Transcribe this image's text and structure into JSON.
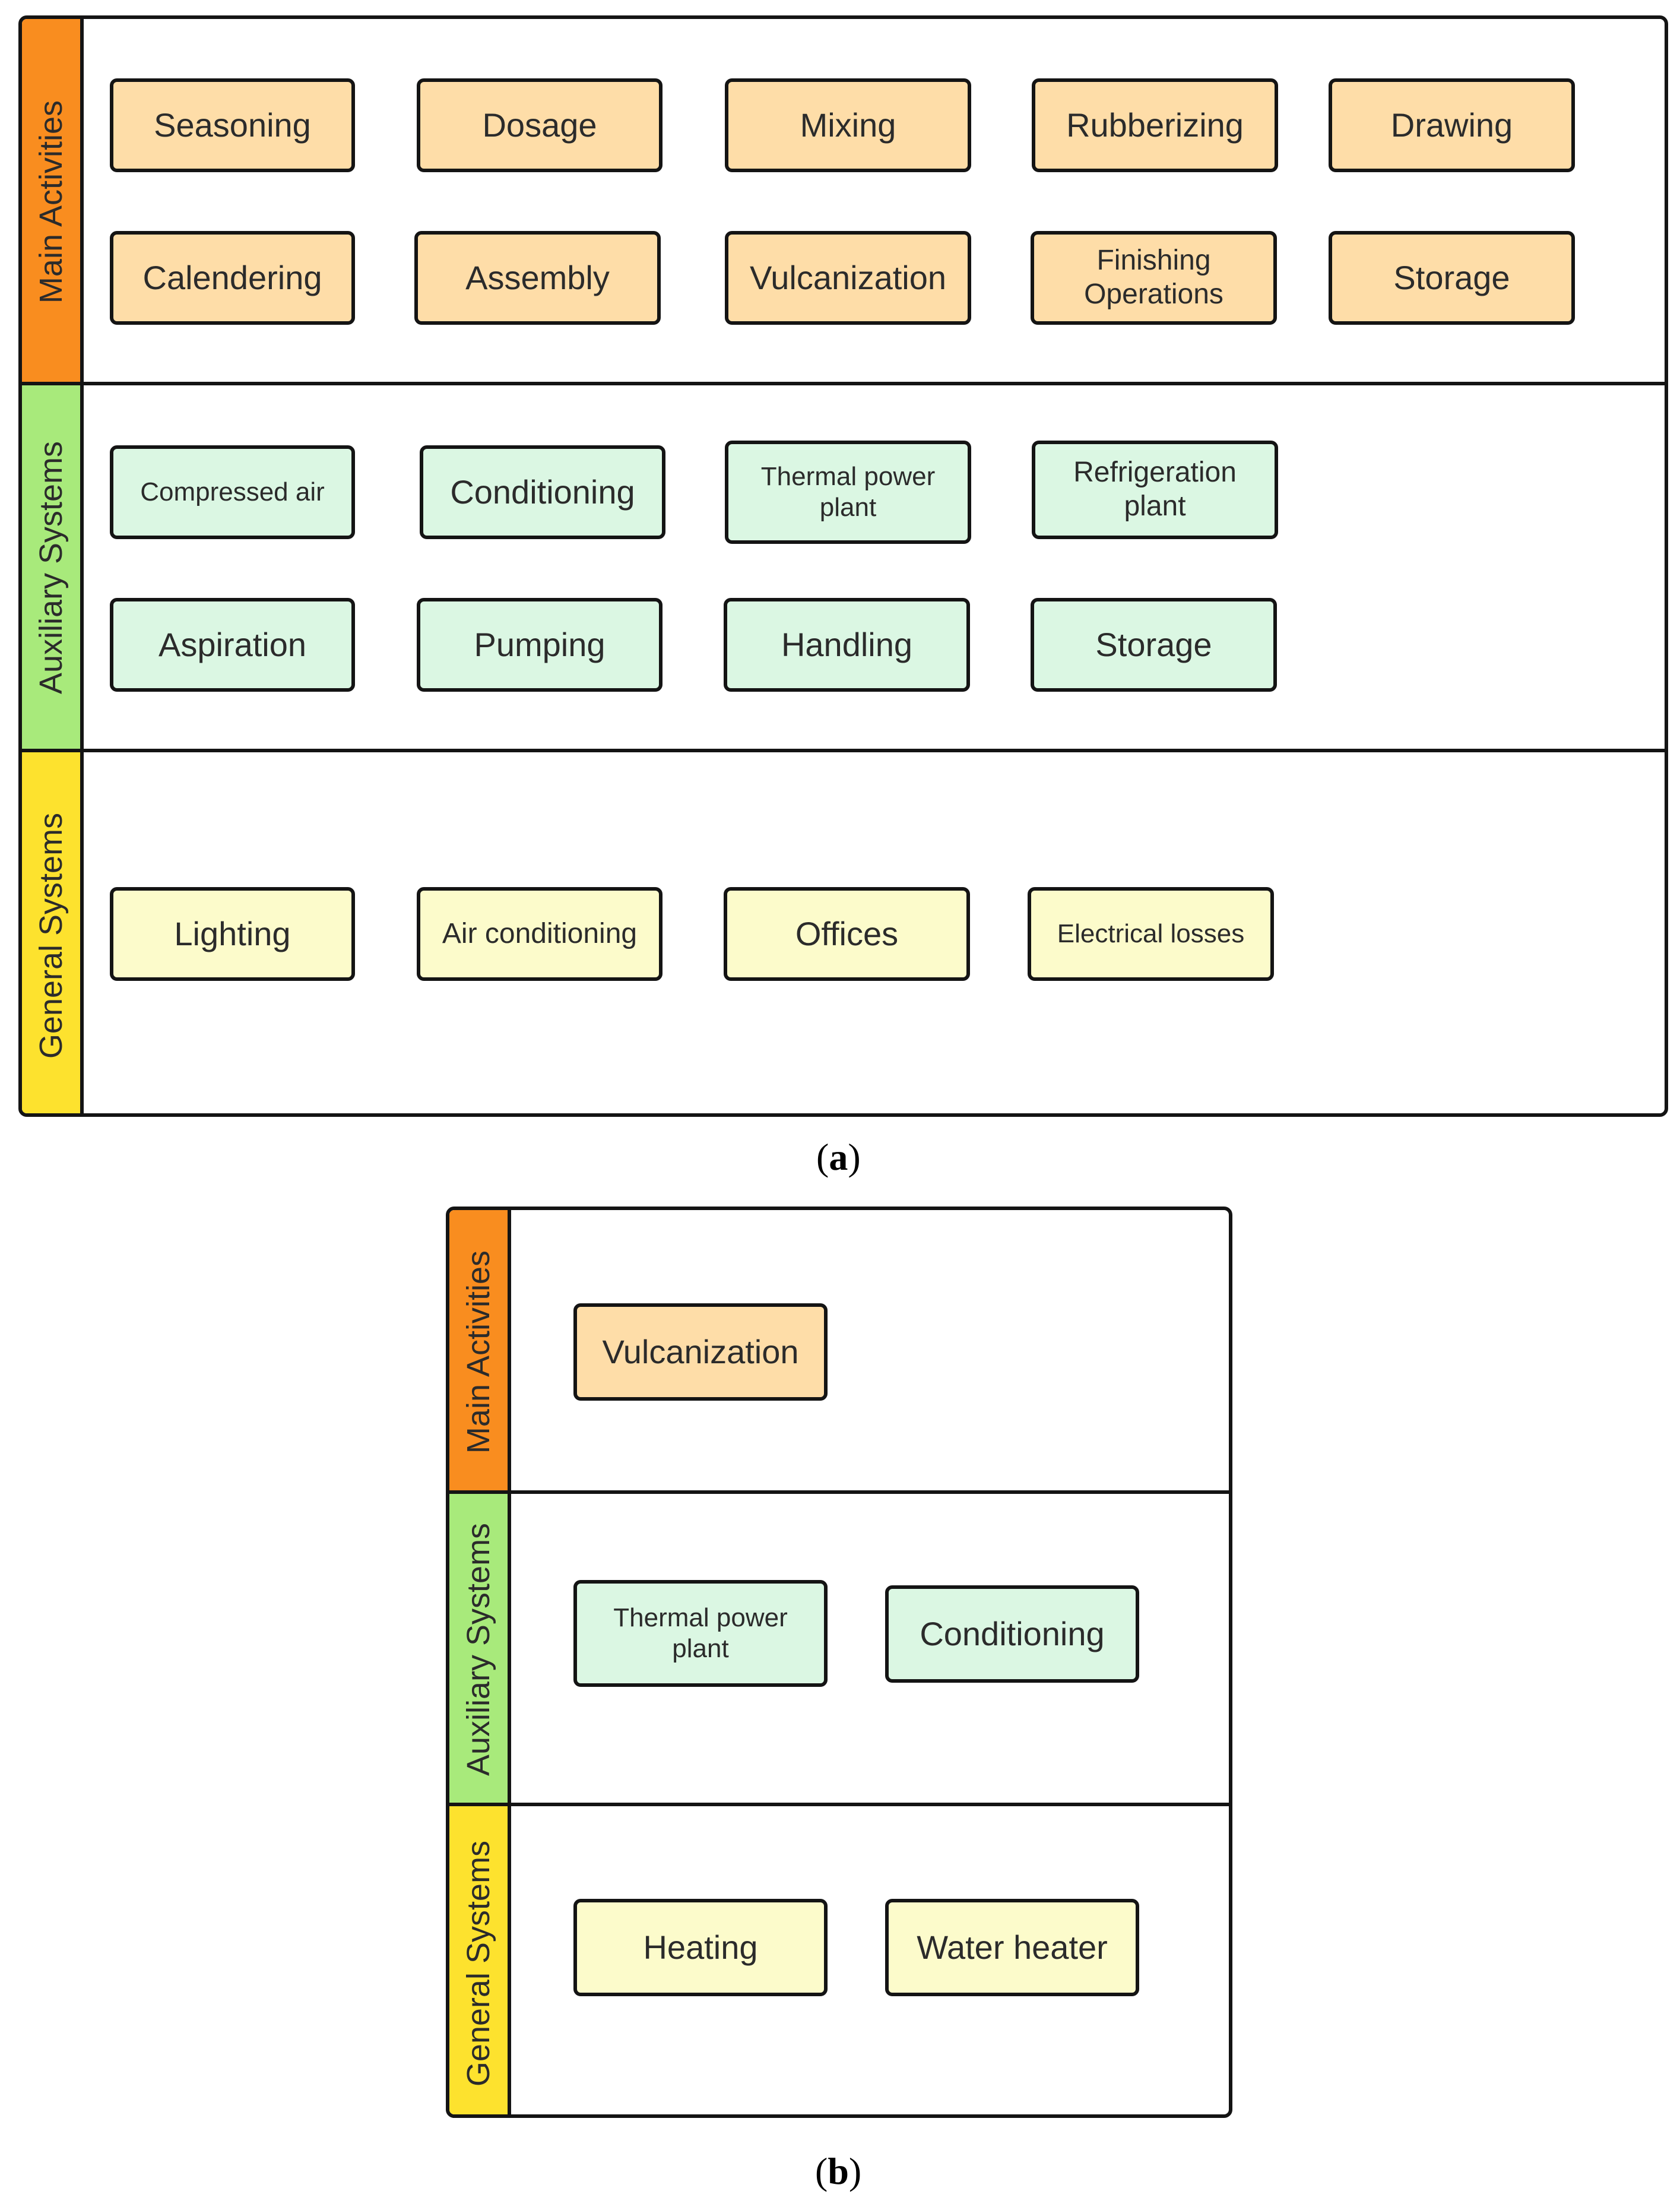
{
  "colors": {
    "main_strip": "#f98d1f",
    "aux_strip": "#a8ea7b",
    "gen_strip": "#fde22e",
    "main_box": "#fedda8",
    "aux_box": "#dbf7e3",
    "gen_box": "#fcfbcb"
  },
  "diagram_a": {
    "main": {
      "label": "Main Activities",
      "boxes": [
        "Seasoning",
        "Dosage",
        "Mixing",
        "Rubberizing",
        "Drawing",
        "Calendering",
        "Assembly",
        "Vulcanization",
        "Finishing Operations",
        "Storage"
      ]
    },
    "auxiliary": {
      "label": "Auxiliary Systems",
      "boxes": [
        "Compressed air",
        "Conditioning",
        "Thermal power plant",
        "Refrigeration plant",
        "Aspiration",
        "Pumping",
        "Handling",
        "Storage"
      ]
    },
    "general": {
      "label": "General Systems",
      "boxes": [
        "Lighting",
        "Air conditioning",
        "Offices",
        "Electrical losses"
      ]
    },
    "caption_open": "(",
    "caption_letter": "a",
    "caption_close": ")"
  },
  "diagram_b": {
    "main": {
      "label": "Main Activities",
      "boxes": [
        "Vulcanization"
      ]
    },
    "auxiliary": {
      "label": "Auxiliary Systems",
      "boxes": [
        "Thermal power plant",
        "Conditioning"
      ]
    },
    "general": {
      "label": "General Systems",
      "boxes": [
        "Heating",
        "Water heater"
      ]
    },
    "caption_open": "(",
    "caption_letter": "b",
    "caption_close": ")"
  }
}
